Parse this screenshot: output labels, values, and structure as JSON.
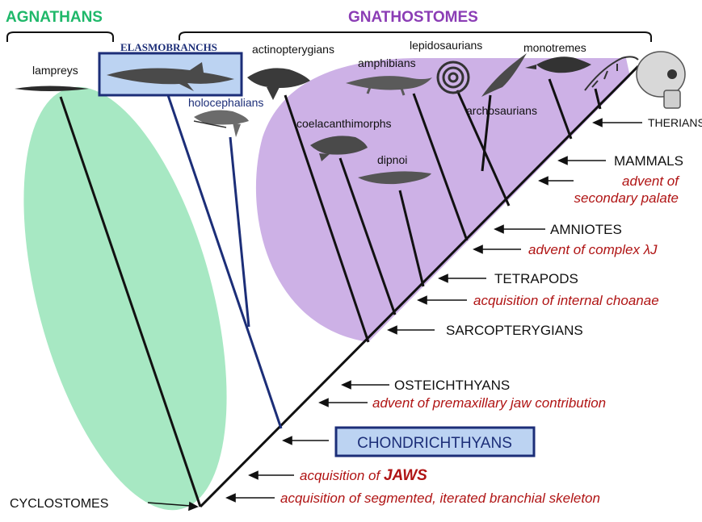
{
  "colors": {
    "agnathans": "#1fb86a",
    "gnathostomes": "#8b3db5",
    "green_fill": "#a7e8c3",
    "purple_fill": "#cdb1e6",
    "navy": "#1c2e78",
    "annotation_red": "#b01414"
  },
  "headers": {
    "agnathans": "AGNATHANS",
    "gnathostomes": "GNATHOSTOMES"
  },
  "taxa": {
    "lampreys": "lampreys",
    "elasmobranchs": "ELASMOBRANCHS",
    "holocephalians": "holocephalians",
    "actinopterygians": "actinopterygians",
    "coelacanthimorphs": "coelacanthimorphs",
    "dipnoi": "dipnoi",
    "amphibians": "amphibians",
    "lepidosaurians": "lepidosaurians",
    "archosaurians": "archosaurians",
    "monotremes": "monotremes"
  },
  "clades": {
    "therians": "THERIANS",
    "mammals": "MAMMALS",
    "amniotes": "AMNIOTES",
    "tetrapods": "TETRAPODS",
    "sarcopterygians": "SARCOPTERYGIANS",
    "osteichthyans": "OSTEICHTHYANS",
    "chondrichthyans": "CHONDRICHTHYANS",
    "cyclostomes": "CYCLOSTOMES"
  },
  "annotations": {
    "secondary_palate_1": "advent of",
    "secondary_palate_2": "secondary  palate",
    "complex_lj": "advent of complex λJ",
    "internal_choanae": "acquisition of internal choanae",
    "premaxillary": "advent of premaxillary jaw contribution",
    "jaws_prefix": "acquisition of ",
    "jaws_word": "JAWS",
    "branchial": "acquisition of segmented, iterated branchial skeleton"
  },
  "animal_icons": [
    "lamprey-silhouette",
    "shark-illustration",
    "chimaera-illustration",
    "ray-finned-fish-illustration",
    "coelacanth-illustration",
    "lungfish-illustration",
    "salamander-illustration",
    "snake-coil-illustration",
    "bird-silhouette",
    "platypus-illustration",
    "lizard-skeleton-illustration",
    "human-skull-illustration"
  ]
}
